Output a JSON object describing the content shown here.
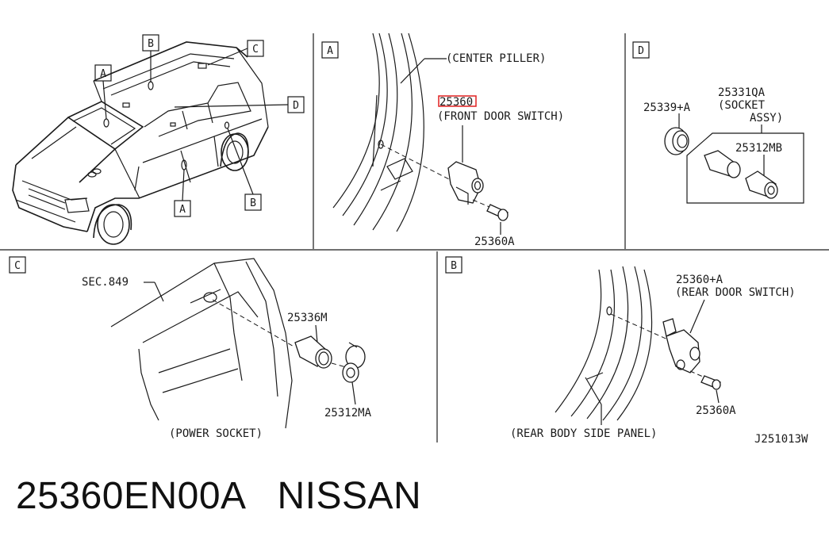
{
  "panels": {
    "overview": {
      "callouts": [
        "B",
        "C",
        "A",
        "D",
        "A",
        "B"
      ]
    },
    "a": {
      "letter": "A",
      "center_pillar": "(CENTER PILLER)",
      "part_number": "25360",
      "part_name": "(FRONT DOOR SWITCH)",
      "screw": "25360A",
      "highlight_color": "#e02020"
    },
    "d": {
      "letter": "D",
      "part1": "25339+A",
      "assy_line1": "25331QA",
      "assy_line2": "(SOCKET",
      "assy_line3": "ASSY)",
      "part2": "25312MB"
    },
    "c": {
      "letter": "C",
      "sec": "SEC.849",
      "part1": "25336M",
      "part2": "25312MA",
      "caption": "(POWER SOCKET)"
    },
    "b": {
      "letter": "B",
      "part_line1": "25360+A",
      "part_line2": "(REAR DOOR SWITCH)",
      "screw": "25360A",
      "caption": "(REAR BODY SIDE PANEL)",
      "ref": "J251013W"
    }
  },
  "footer": {
    "part_no": "25360EN00A",
    "brand": "NISSAN"
  }
}
